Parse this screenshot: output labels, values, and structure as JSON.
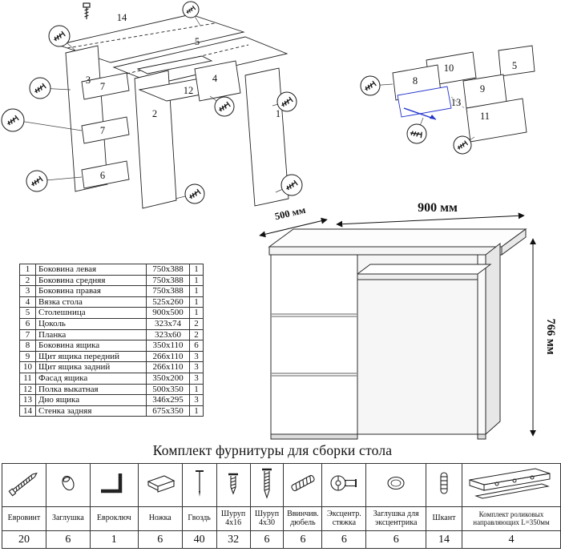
{
  "exploded_left": {
    "part_labels": [
      "14",
      "5",
      "3",
      "7",
      "7",
      "6",
      "2",
      "12",
      "4",
      "1"
    ]
  },
  "exploded_right": {
    "part_labels": [
      "10",
      "8",
      "5",
      "9",
      "13",
      "11"
    ]
  },
  "parts_table": {
    "rows": [
      {
        "num": "1",
        "name": "Боковина левая",
        "size": "750x388",
        "qty": "1"
      },
      {
        "num": "2",
        "name": "Боковина средняя",
        "size": "750x388",
        "qty": "1"
      },
      {
        "num": "3",
        "name": "Боковина правая",
        "size": "750x388",
        "qty": "1"
      },
      {
        "num": "4",
        "name": "Вязка стола",
        "size": "525x260",
        "qty": "1"
      },
      {
        "num": "5",
        "name": "Столешница",
        "size": "900x500",
        "qty": "1"
      },
      {
        "num": "6",
        "name": "Цоколь",
        "size": "323x74",
        "qty": "2"
      },
      {
        "num": "7",
        "name": "Планка",
        "size": "323x60",
        "qty": "2"
      },
      {
        "num": "8",
        "name": "Боковина ящика",
        "size": "350x110",
        "qty": "6"
      },
      {
        "num": "9",
        "name": "Щит ящика передний",
        "size": "266x110",
        "qty": "3"
      },
      {
        "num": "10",
        "name": "Щит ящика задний",
        "size": "266x110",
        "qty": "3"
      },
      {
        "num": "11",
        "name": "Фасад ящика",
        "size": "350x200",
        "qty": "3"
      },
      {
        "num": "12",
        "name": "Полка выкатная",
        "size": "500x350",
        "qty": "1"
      },
      {
        "num": "13",
        "name": "Дно ящика",
        "size": "346x295",
        "qty": "3"
      },
      {
        "num": "14",
        "name": "Стенка задняя",
        "size": "675x350",
        "qty": "1"
      }
    ]
  },
  "desk": {
    "dim_width": "900 мм",
    "dim_depth": "500 мм",
    "dim_height": "766 мм"
  },
  "hardware_title": "Комплект фурнитуры для сборки стола",
  "hardware_table": {
    "items": [
      {
        "name": "Евровинт",
        "qty": "20",
        "icon": "euro-screw-icon"
      },
      {
        "name": "Заглушка",
        "qty": "6",
        "icon": "cap-icon"
      },
      {
        "name": "Евроключ",
        "qty": "1",
        "icon": "hex-key-icon"
      },
      {
        "name": "Ножка",
        "qty": "6",
        "icon": "leg-icon"
      },
      {
        "name": "Гвоздь",
        "qty": "40",
        "icon": "nail-icon"
      },
      {
        "name": "Шуруп\n4x16",
        "qty": "32",
        "icon": "screw-short-icon"
      },
      {
        "name": "Шуруп\n4x30",
        "qty": "6",
        "icon": "screw-long-icon"
      },
      {
        "name": "Ввинчив.\nдюбель",
        "qty": "6",
        "icon": "screw-in-dowel-icon"
      },
      {
        "name": "Эксцентр.\nстяжка",
        "qty": "6",
        "icon": "cam-lock-icon"
      },
      {
        "name": "Заглушка для\nэксцентрика",
        "qty": "6",
        "icon": "cam-cap-icon"
      },
      {
        "name": "Шкант",
        "qty": "14",
        "icon": "wood-dowel-icon"
      },
      {
        "name": "Комплект роликовых\nнаправляющих L=350мм",
        "qty": "4",
        "icon": "drawer-slides-icon"
      }
    ]
  }
}
